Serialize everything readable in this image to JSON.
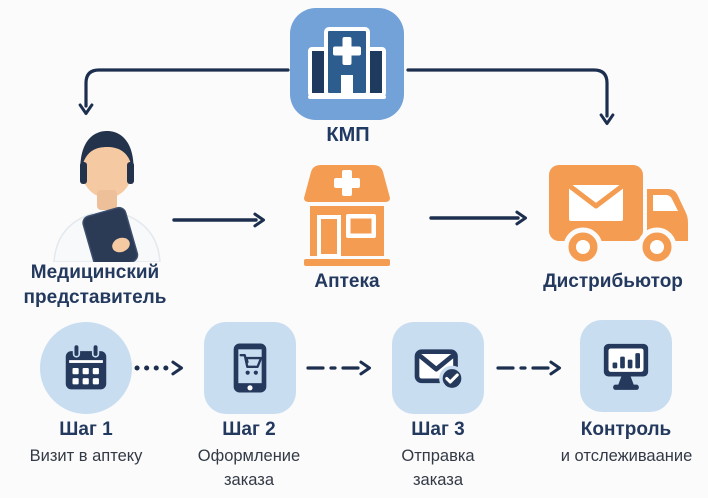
{
  "palette": {
    "background": "#fbfbfc",
    "navy_icon": "#24395c",
    "navy_text": "#24395e",
    "arrow": "#1d2f4f",
    "orange": "#f49d52",
    "badge_light_blue": "#c9ddf1",
    "kmp_blue": "#72a2d8"
  },
  "kmp": {
    "label": "КМП"
  },
  "actors": {
    "medrep": {
      "line1": "Медицинский",
      "line2": "представитель"
    },
    "pharmacy": {
      "label": "Аптека"
    },
    "distributor": {
      "label": "Дистрибьютор"
    }
  },
  "steps": [
    {
      "title": "Шаг 1",
      "sub1": "Визит в аптеку",
      "sub2": ""
    },
    {
      "title": "Шаг 2",
      "sub1": "Оформление",
      "sub2": "заказа"
    },
    {
      "title": "Шаг 3",
      "sub1": "Отправка",
      "sub2": "заказа"
    },
    {
      "title": "Контроль",
      "sub1": "и отслеживаание",
      "sub2": ""
    }
  ],
  "icons": {
    "kmp": "hospital-building-icon",
    "medrep": "medical-representative-person",
    "pharmacy": "pharmacy-store-icon",
    "distributor": "delivery-truck-icon",
    "step1": "calendar-icon",
    "step2": "tablet-cart-icon",
    "step3": "envelope-check-icon",
    "control": "monitor-chart-icon"
  }
}
